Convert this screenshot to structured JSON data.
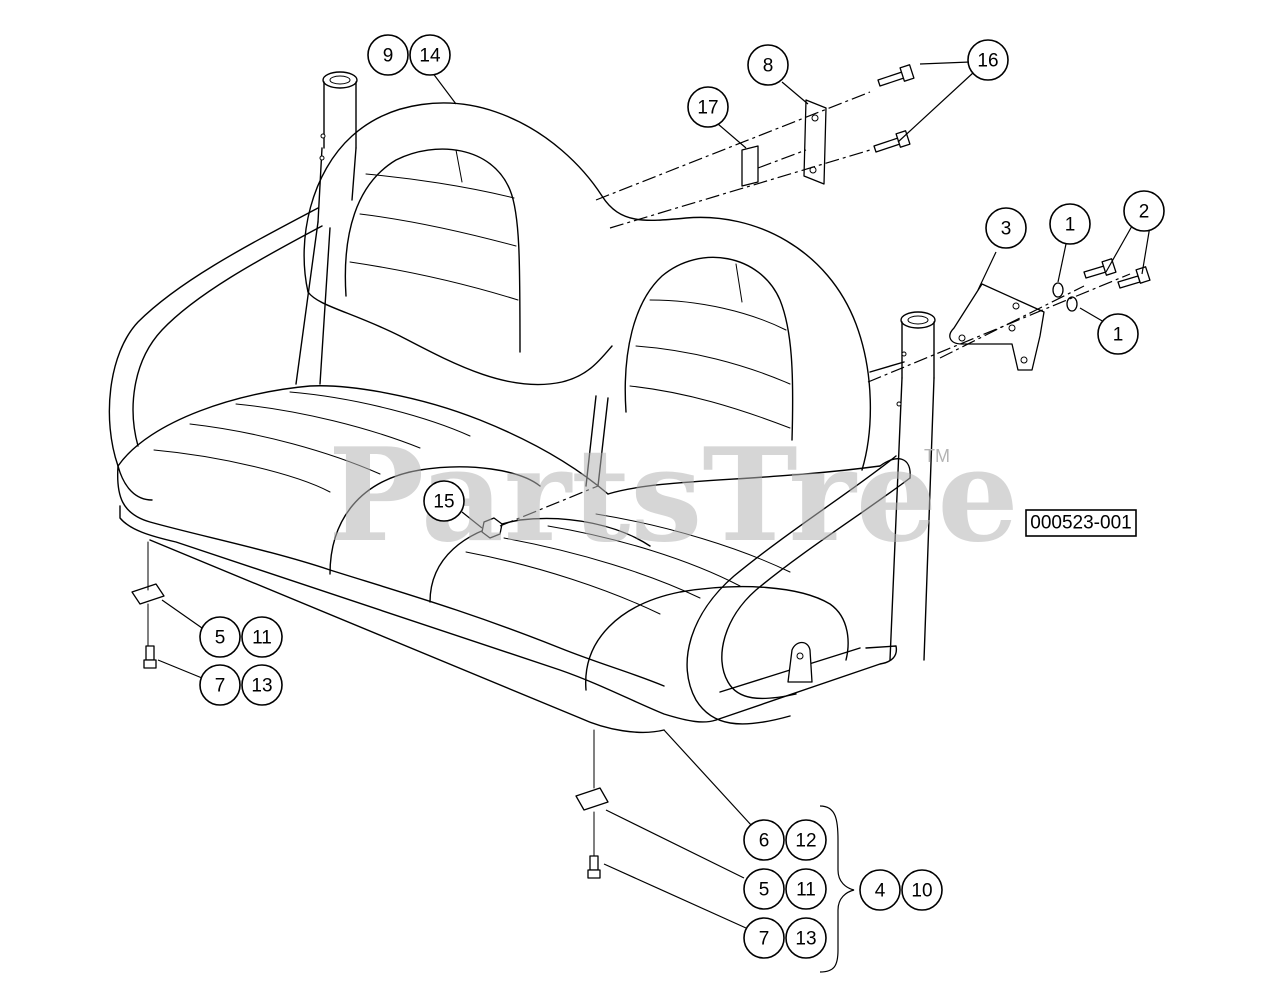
{
  "watermark": {
    "text": "PartsTree",
    "trademark": "TM"
  },
  "reference_code": "000523-001",
  "callouts": [
    {
      "id": "c-9",
      "label": "9"
    },
    {
      "id": "c-14",
      "label": "14"
    },
    {
      "id": "c-8",
      "label": "8"
    },
    {
      "id": "c-16",
      "label": "16"
    },
    {
      "id": "c-17",
      "label": "17"
    },
    {
      "id": "c-3",
      "label": "3"
    },
    {
      "id": "c-1a",
      "label": "1"
    },
    {
      "id": "c-2",
      "label": "2"
    },
    {
      "id": "c-1b",
      "label": "1"
    },
    {
      "id": "c-15",
      "label": "15"
    },
    {
      "id": "c-5a",
      "label": "5"
    },
    {
      "id": "c-11a",
      "label": "11"
    },
    {
      "id": "c-7a",
      "label": "7"
    },
    {
      "id": "c-13a",
      "label": "13"
    },
    {
      "id": "c-6",
      "label": "6"
    },
    {
      "id": "c-12",
      "label": "12"
    },
    {
      "id": "c-5b",
      "label": "5"
    },
    {
      "id": "c-11b",
      "label": "11"
    },
    {
      "id": "c-7b",
      "label": "7"
    },
    {
      "id": "c-13b",
      "label": "13"
    },
    {
      "id": "c-4",
      "label": "4"
    },
    {
      "id": "c-10",
      "label": "10"
    }
  ]
}
